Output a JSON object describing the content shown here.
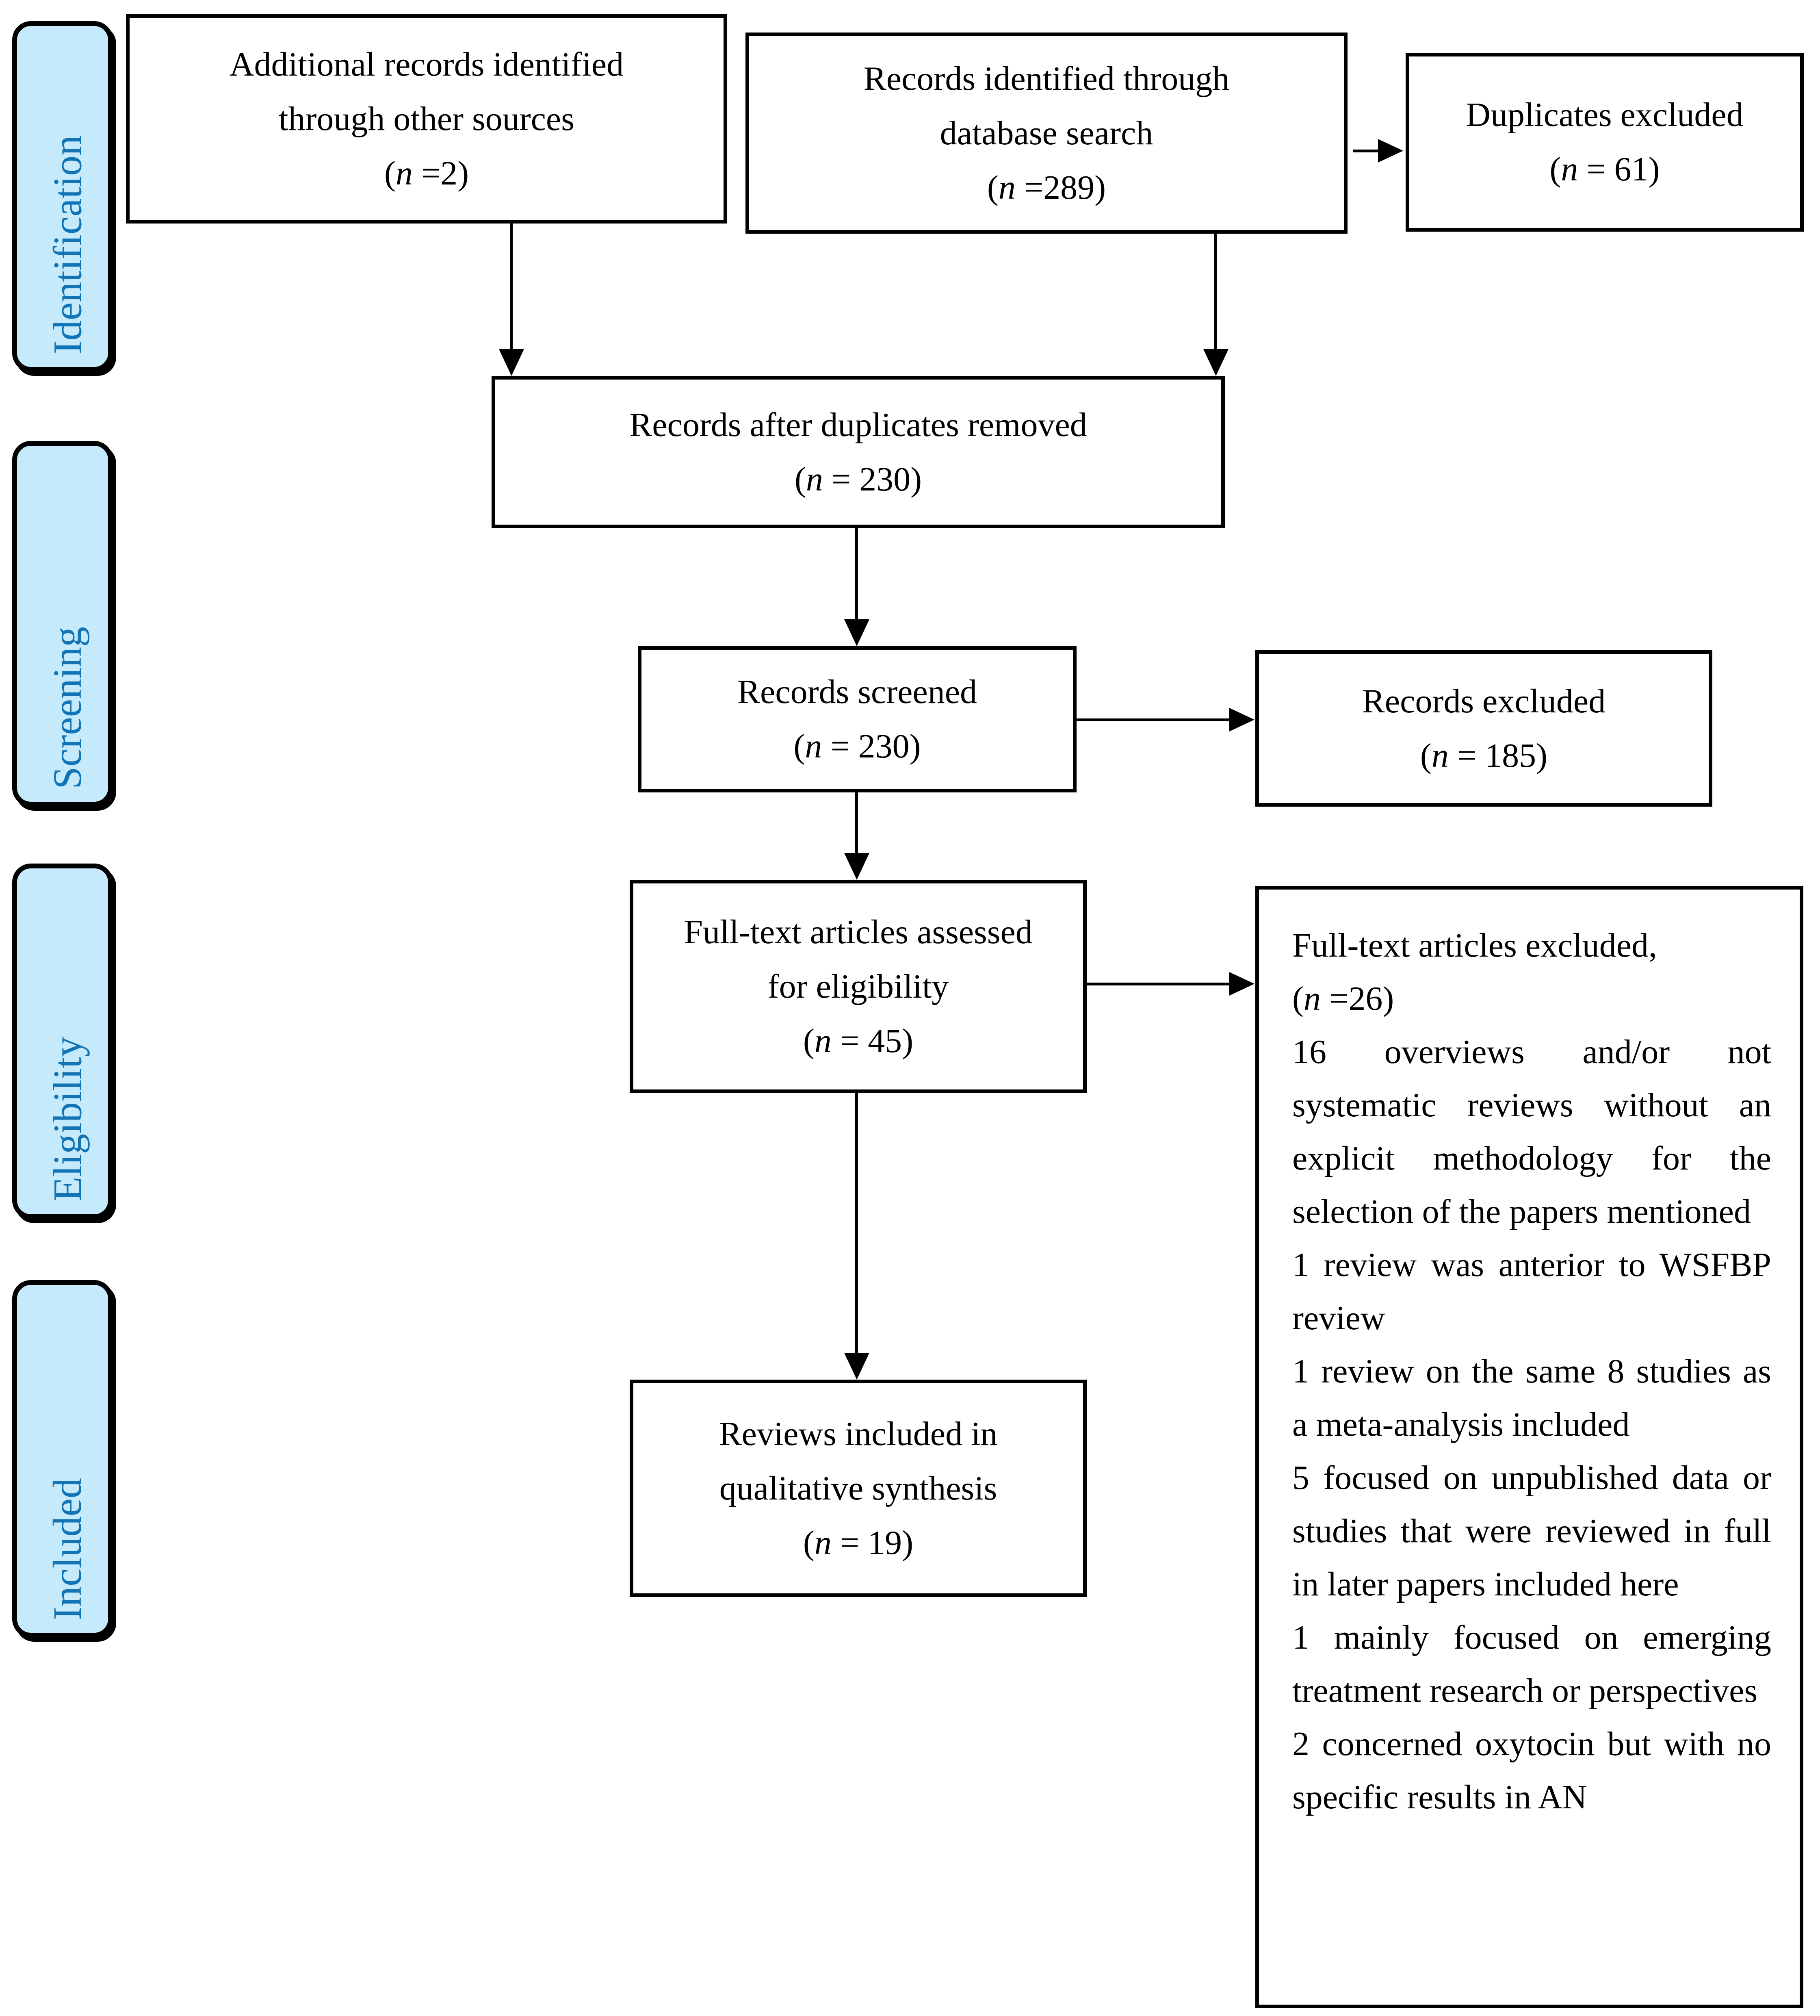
{
  "diagram": {
    "type": "prisma-flow",
    "colors": {
      "stage_fill": "#c5eafb",
      "stage_text": "#1274b4",
      "box_border": "#000000",
      "background": "#ffffff"
    },
    "stages": [
      {
        "id": "identification",
        "text": "Identification"
      },
      {
        "id": "screening",
        "text": "Screening"
      },
      {
        "id": "eligibility",
        "text": "Eligibility"
      },
      {
        "id": "included",
        "text": "Included"
      }
    ],
    "boxes": {
      "additional_records": {
        "lines": [
          "Additional records identified",
          "through other sources",
          "(n =2)"
        ]
      },
      "database_records": {
        "lines": [
          "Records identified through",
          "database search",
          "(n =289)"
        ]
      },
      "duplicates_excluded": {
        "lines": [
          "Duplicates excluded",
          "(n = 61)"
        ]
      },
      "after_duplicates": {
        "lines": [
          "Records after duplicates removed",
          "(n = 230)"
        ]
      },
      "records_screened": {
        "lines": [
          "Records screened",
          "(n = 230)"
        ]
      },
      "records_excluded": {
        "lines": [
          "Records excluded",
          "(n = 185)"
        ]
      },
      "fulltext_assessed": {
        "lines": [
          "Full-text articles assessed",
          "for eligibility",
          "(n = 45)"
        ]
      },
      "fulltext_excluded": {
        "lines": [
          "Full-text articles excluded,",
          "(n =26)",
          "16 overviews and/or not systematic reviews without an explicit methodology for the selection of the papers mentioned",
          "1 review was anterior to WSFBP review",
          "1 review on the same 8 studies as a meta-analysis included",
          "5 focused on unpublished data or studies that were reviewed in full in later papers included here",
          "1 mainly focused on emerging treatment research or perspectives",
          "2 concerned oxytocin but with no specific results in AN"
        ]
      },
      "reviews_included": {
        "lines": [
          "Reviews included in",
          "qualitative synthesis",
          "(n = 19)"
        ]
      }
    }
  }
}
